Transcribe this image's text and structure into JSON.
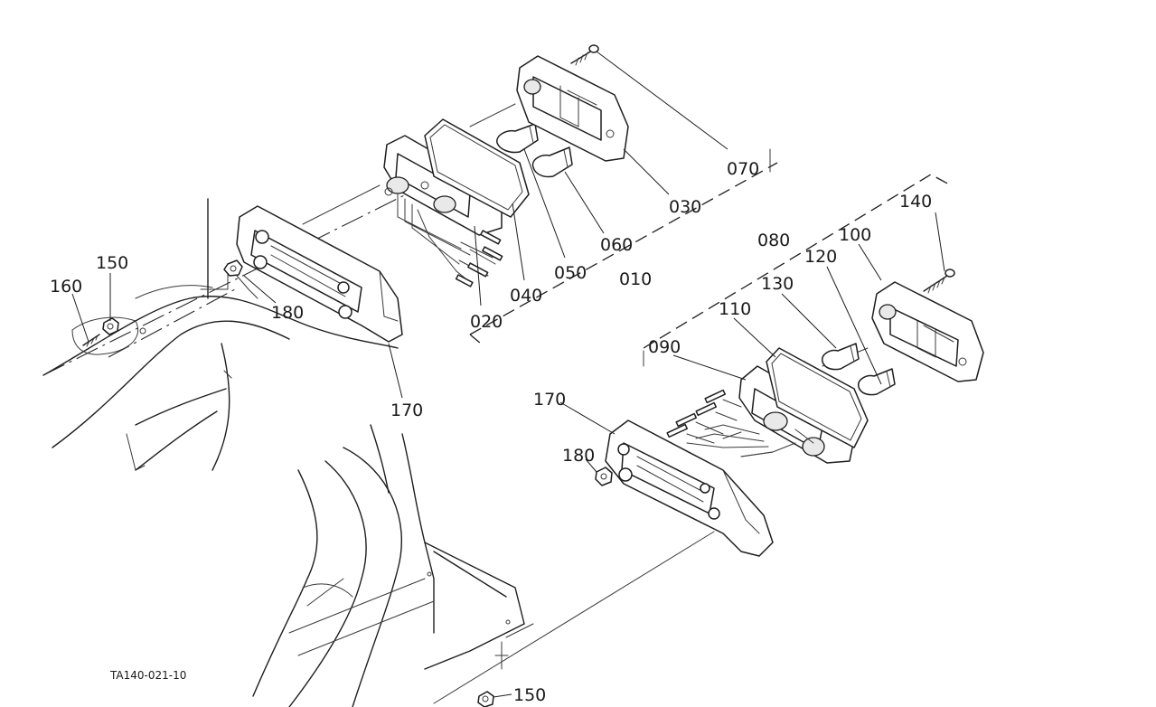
{
  "diagram": {
    "reference_code": "TA140-021-10",
    "callouts": {
      "p010": "010",
      "p020": "020",
      "p030": "030",
      "p040": "040",
      "p050": "050",
      "p060": "060",
      "p070": "070",
      "p080": "080",
      "p090": "090",
      "p100": "100",
      "p110": "110",
      "p120": "120",
      "p130": "130",
      "p140": "140",
      "p150_left": "150",
      "p150_bottom": "150",
      "p160": "160",
      "p170_left": "170",
      "p170_right": "170",
      "p180_left": "180",
      "p180_right": "180"
    }
  }
}
